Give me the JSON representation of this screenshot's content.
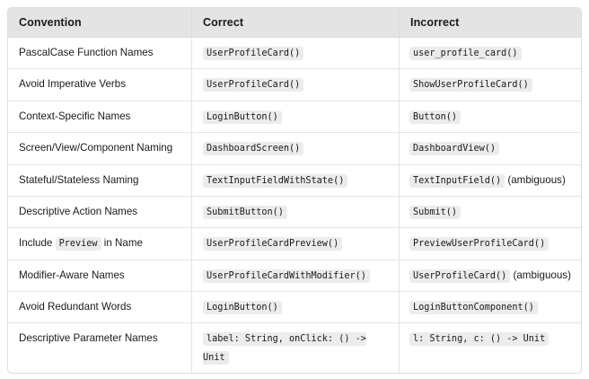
{
  "table": {
    "columns": [
      {
        "key": "convention",
        "label": "Convention"
      },
      {
        "key": "correct",
        "label": "Correct"
      },
      {
        "key": "incorrect",
        "label": "Incorrect"
      }
    ],
    "header_background": "#e4e4e4",
    "border_color": "#dcdcdc",
    "code_background": "#ececec",
    "rows": [
      {
        "convention_pre": "PascalCase Function Names",
        "convention_code": "",
        "convention_post": "",
        "correct_code": "UserProfileCard()",
        "incorrect_code": "user_profile_card()",
        "incorrect_note": ""
      },
      {
        "convention_pre": "Avoid Imperative Verbs",
        "convention_code": "",
        "convention_post": "",
        "correct_code": "UserProfileCard()",
        "incorrect_code": "ShowUserProfileCard()",
        "incorrect_note": ""
      },
      {
        "convention_pre": "Context-Specific Names",
        "convention_code": "",
        "convention_post": "",
        "correct_code": "LoginButton()",
        "incorrect_code": "Button()",
        "incorrect_note": ""
      },
      {
        "convention_pre": "Screen/View/Component Naming",
        "convention_code": "",
        "convention_post": "",
        "correct_code": "DashboardScreen()",
        "incorrect_code": "DashboardView()",
        "incorrect_note": ""
      },
      {
        "convention_pre": "Stateful/Stateless Naming",
        "convention_code": "",
        "convention_post": "",
        "correct_code": "TextInputFieldWithState()",
        "incorrect_code": "TextInputField()",
        "incorrect_note": "(ambiguous)"
      },
      {
        "convention_pre": "Descriptive Action Names",
        "convention_code": "",
        "convention_post": "",
        "correct_code": "SubmitButton()",
        "incorrect_code": "Submit()",
        "incorrect_note": ""
      },
      {
        "convention_pre": "Include",
        "convention_code": "Preview",
        "convention_post": "in Name",
        "correct_code": "UserProfileCardPreview()",
        "incorrect_code": "PreviewUserProfileCard()",
        "incorrect_note": ""
      },
      {
        "convention_pre": "Modifier-Aware Names",
        "convention_code": "",
        "convention_post": "",
        "correct_code": "UserProfileCardWithModifier()",
        "incorrect_code": "UserProfileCard()",
        "incorrect_note": "(ambiguous)"
      },
      {
        "convention_pre": "Avoid Redundant Words",
        "convention_code": "",
        "convention_post": "",
        "correct_code": "LoginButton()",
        "incorrect_code": "LoginButtonComponent()",
        "incorrect_note": ""
      },
      {
        "convention_pre": "Descriptive Parameter Names",
        "convention_code": "",
        "convention_post": "",
        "correct_code": "label: String, onClick: () -> Unit",
        "incorrect_code": "l: String, c: () -> Unit",
        "incorrect_note": ""
      }
    ]
  }
}
